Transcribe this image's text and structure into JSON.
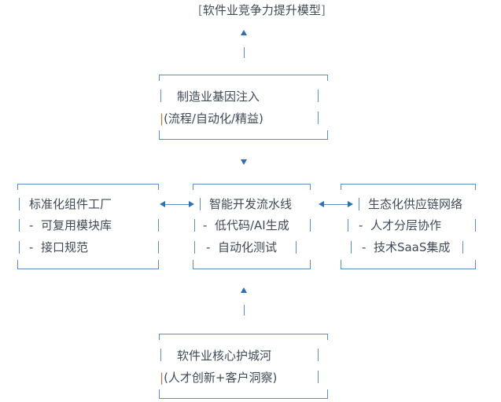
{
  "top": {
    "title": "软件业竞争力提升模型"
  },
  "manufacturing": {
    "title": "制造业基因注入",
    "subtitle": "流程/自动化/精益"
  },
  "left": {
    "title": "标准化组件工厂",
    "items": [
      "可复用模块库",
      "接口规范"
    ]
  },
  "center": {
    "title": "智能开发流水线",
    "items": [
      "低代码/AI生成",
      "自动化测试"
    ]
  },
  "right": {
    "title": "生态化供应链网络",
    "items": [
      "人才分层协作",
      "技术SaaS集成"
    ]
  },
  "moat": {
    "title": "软件业核心护城河",
    "subtitle": "人才创新+客户洞察"
  },
  "colors": {
    "line": "#5b8ec7",
    "arrow": "#2f6fb5",
    "text": "#3f4a57",
    "accent": "#b07a4b"
  }
}
